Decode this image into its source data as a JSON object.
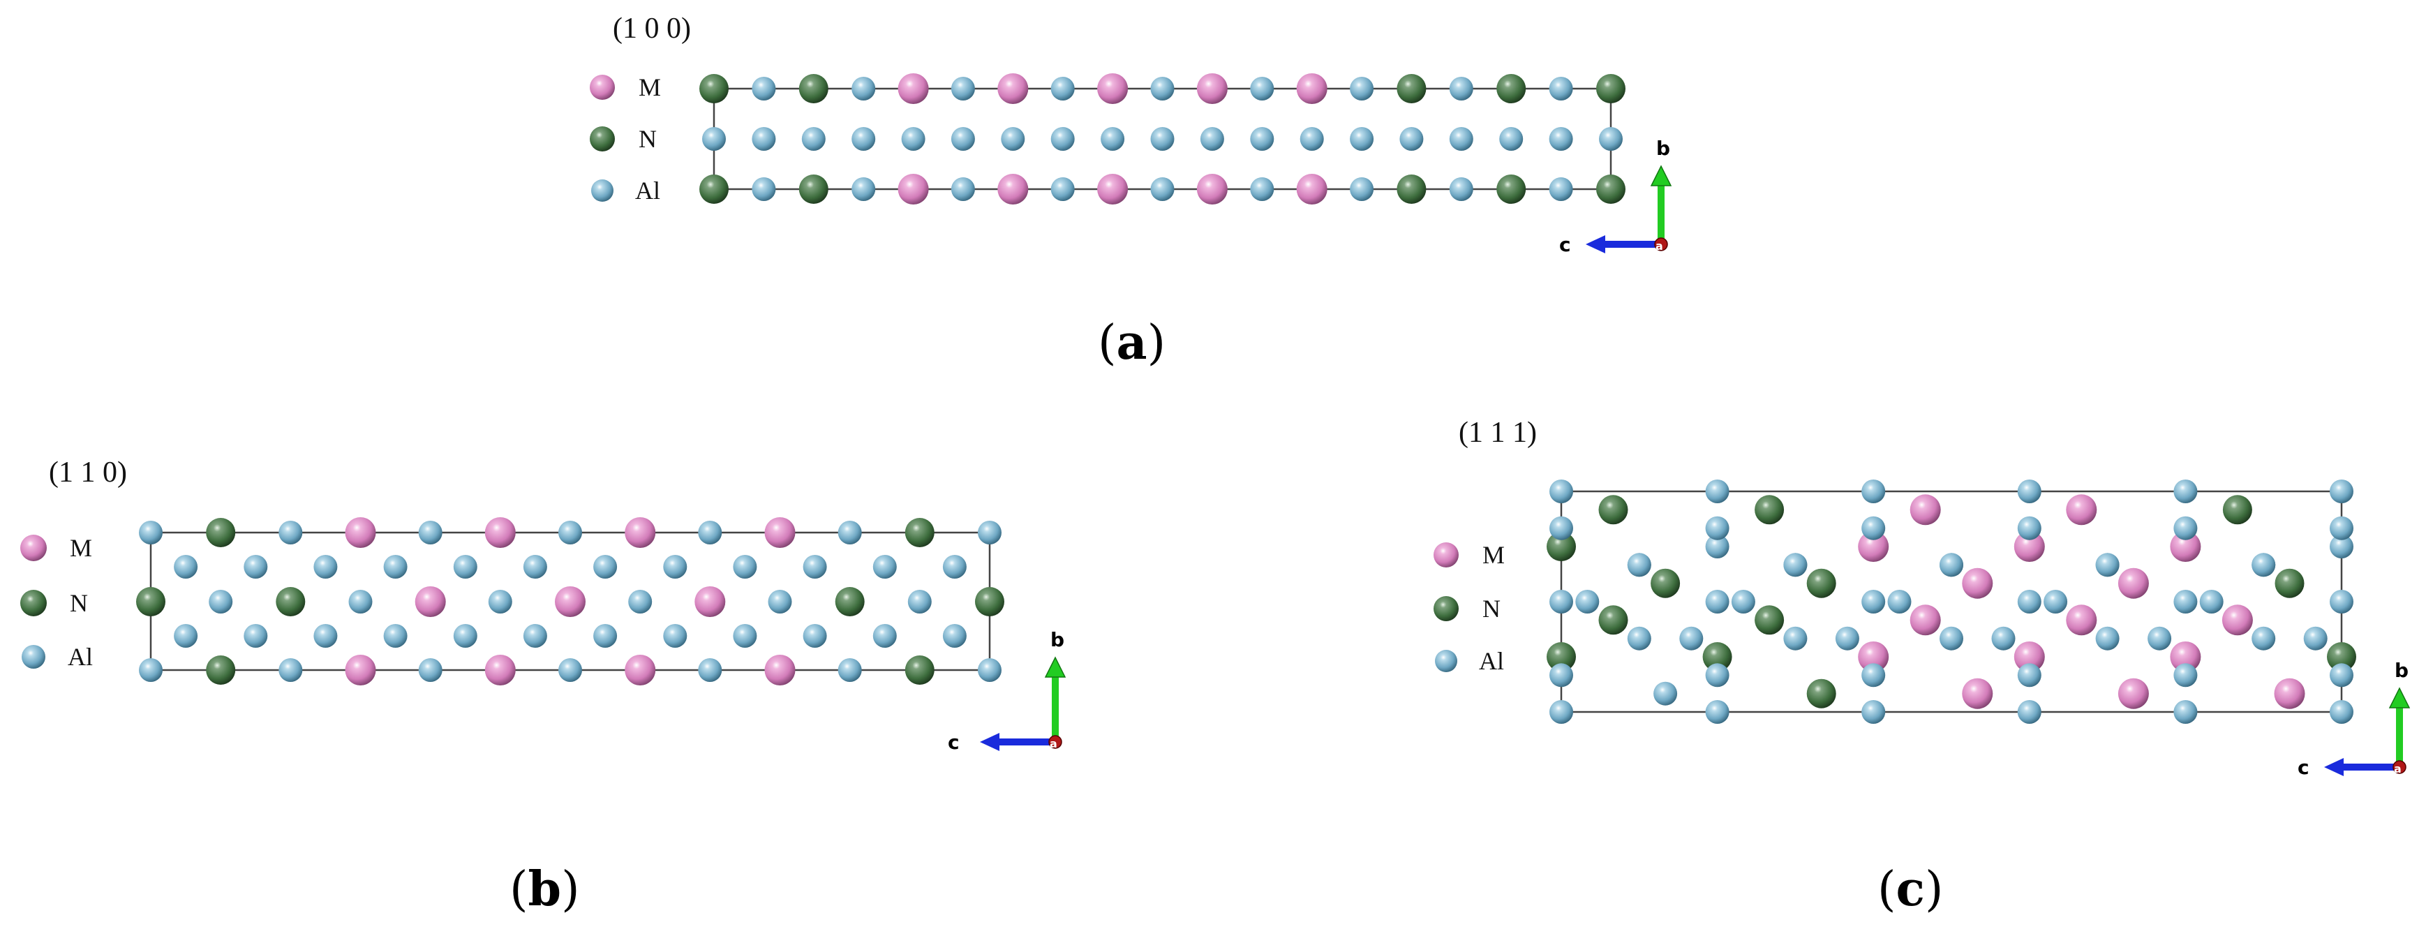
{
  "colors": {
    "M": "#d27cb9",
    "N": "#3e6e3e",
    "Al": "#6fa8c4",
    "axis_b": "#22cc22",
    "axis_c": "#1a2bdc",
    "axis_a": "#b01818"
  },
  "legend": [
    {
      "species": "M",
      "label": "M"
    },
    {
      "species": "N",
      "label": "N"
    },
    {
      "species": "Al",
      "label": "Al"
    }
  ],
  "axes": {
    "b": "b",
    "c": "c",
    "a": "a"
  },
  "panels": [
    {
      "id": "a",
      "plane": "(1 0 0)",
      "caption_letter": "a",
      "caption_open": "(",
      "caption_close": ")"
    },
    {
      "id": "b",
      "plane": "(1 1 0)",
      "caption_letter": "b",
      "caption_open": "(",
      "caption_close": ")"
    },
    {
      "id": "c",
      "plane": "(1 1 1)",
      "caption_letter": "c",
      "caption_open": "(",
      "caption_close": ")"
    }
  ]
}
